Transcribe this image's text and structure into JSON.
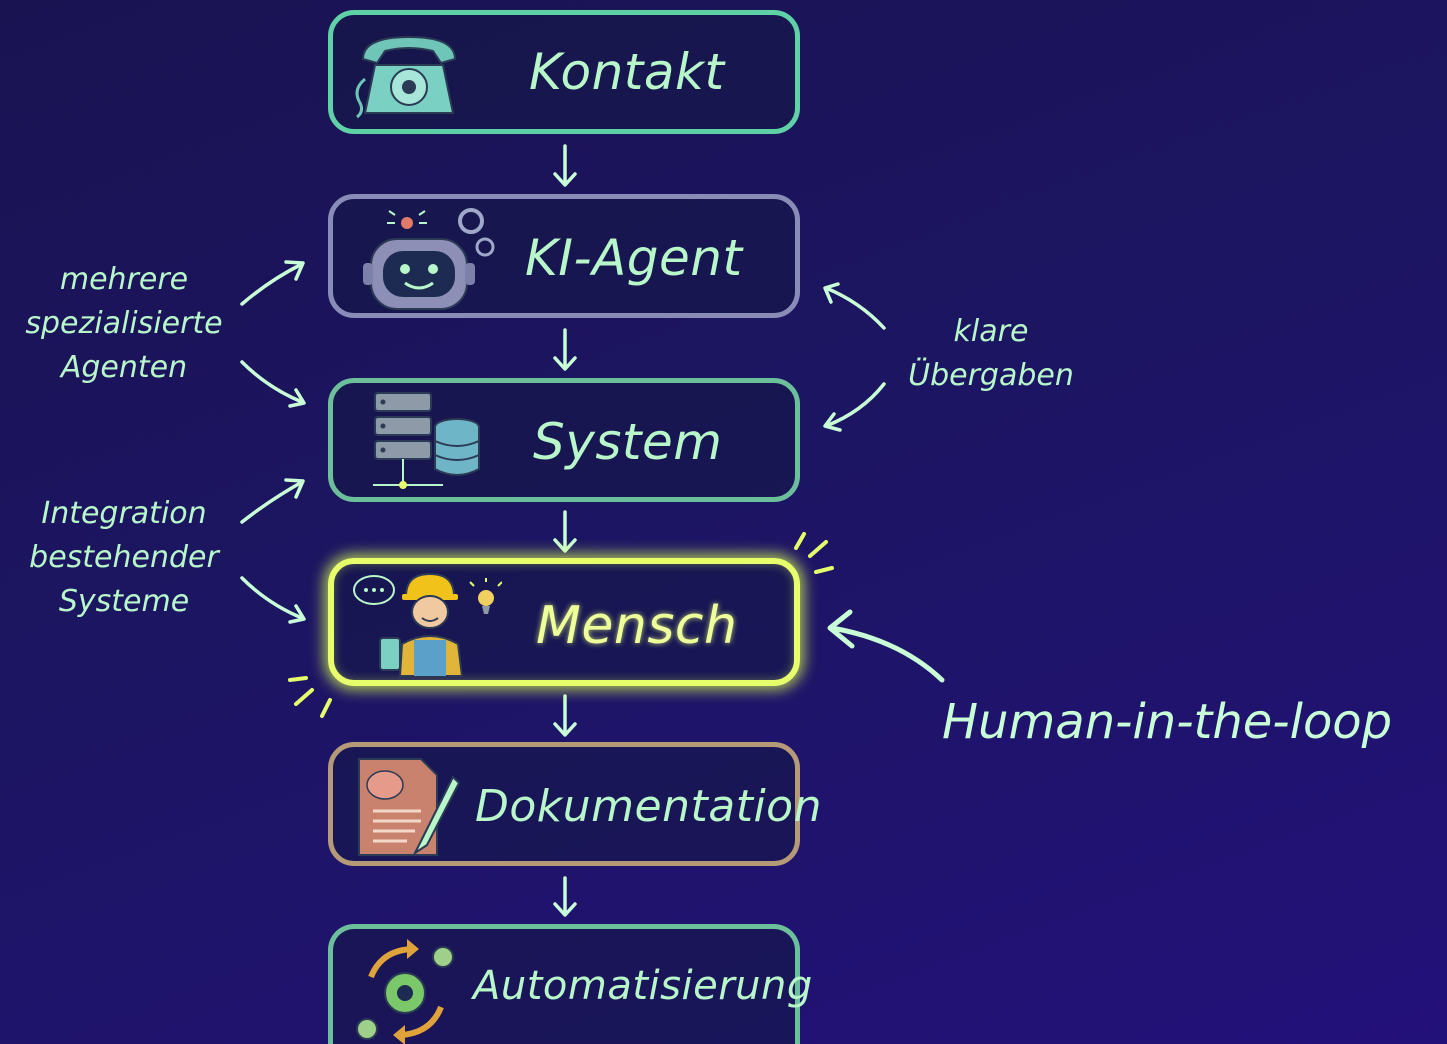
{
  "steps": [
    {
      "label": "Kontakt",
      "icon": "telephone-icon"
    },
    {
      "label": "KI-Agent",
      "icon": "robot-icon"
    },
    {
      "label": "System",
      "icon": "server-database-icon"
    },
    {
      "label": "Mensch",
      "icon": "worker-icon"
    },
    {
      "label": "Dokumentation",
      "icon": "document-brain-icon"
    },
    {
      "label": "Automatisierung",
      "icon": "gears-cycle-icon"
    }
  ],
  "annotations": {
    "agents": [
      "mehrere",
      "spezialisierte",
      "Agenten"
    ],
    "integration": [
      "Integration",
      "bestehender",
      "Systeme"
    ],
    "handover": [
      "klare",
      "Übergaben"
    ],
    "hitl": "Human-in-the-loop"
  },
  "colors": {
    "background": "#1c1562",
    "text": "#b8f7c9",
    "highlight": "#e6ff6a",
    "arrow": "#c8ffd6"
  }
}
